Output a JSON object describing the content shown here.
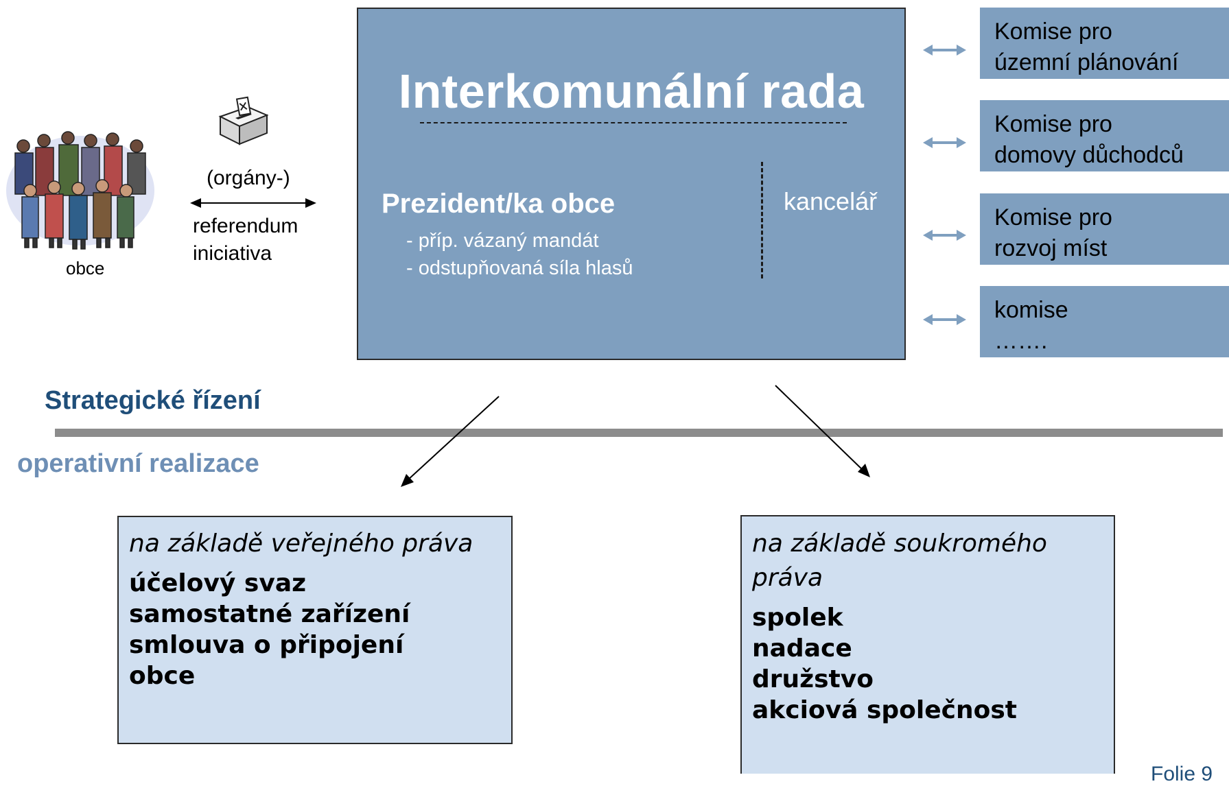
{
  "left": {
    "crowd_label": "obce",
    "referendum_line1": "(orgány-)",
    "referendum_line2": "referendum",
    "referendum_line3": "iniciativa"
  },
  "council": {
    "title": "Interkomunální rada",
    "president": "Prezident/ka obce",
    "notes": [
      "- příp. vázaný mandát",
      "- odstupňovaná síla hlasů"
    ],
    "office": "kancelář"
  },
  "commissions": [
    {
      "line1": "Komise pro",
      "line2": "územní plánování"
    },
    {
      "line1": "Komise pro",
      "line2": "domovy důchodců"
    },
    {
      "line1": "Komise pro",
      "line2": "rozvoj míst"
    },
    {
      "line1": "komise",
      "line2": "……."
    }
  ],
  "levels": {
    "strategic": "Strategické řízení",
    "operational": "operativní realizace"
  },
  "public_law": {
    "heading": "na základě veřejného práva",
    "items": [
      "účelový svaz",
      "samostatné zařízení",
      "smlouva o připojení",
      "obce"
    ]
  },
  "private_law": {
    "heading": "na základě soukromého práva",
    "items": [
      "spolek",
      "nadace",
      "družstvo",
      "akciová společnost"
    ]
  },
  "footer": {
    "folio": "Folie 9"
  },
  "colors": {
    "council_fill": "#7f9fbf",
    "legal_box_fill": "#d0dff0",
    "strategic_text": "#1f4e79",
    "operational_text": "#6e8fb5",
    "divider_bar": "#8c8c8c",
    "arrow_blue": "#7f9fbf"
  }
}
